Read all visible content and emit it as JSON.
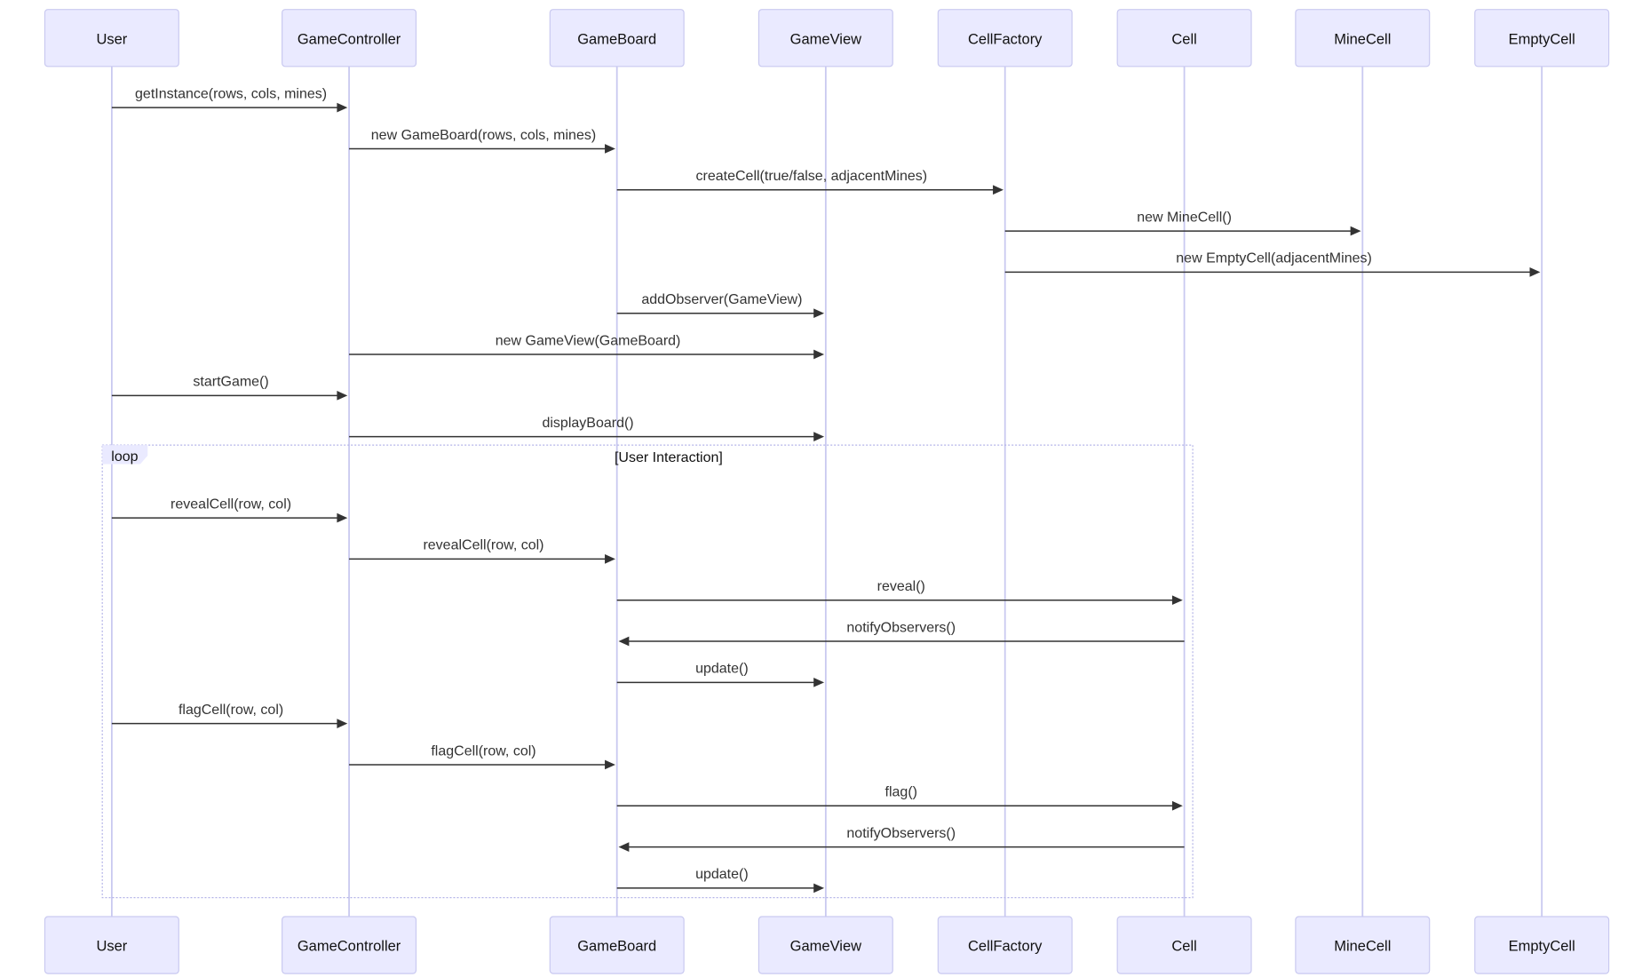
{
  "actors": [
    "User",
    "GameController",
    "GameBoard",
    "GameView",
    "CellFactory",
    "Cell",
    "MineCell",
    "EmptyCell"
  ],
  "messages": [
    {
      "from": "User",
      "to": "GameController",
      "label": "getInstance(rows, cols, mines)"
    },
    {
      "from": "GameController",
      "to": "GameBoard",
      "label": "new GameBoard(rows, cols, mines)"
    },
    {
      "from": "GameBoard",
      "to": "CellFactory",
      "label": "createCell(true/false, adjacentMines)"
    },
    {
      "from": "CellFactory",
      "to": "MineCell",
      "label": "new MineCell()"
    },
    {
      "from": "CellFactory",
      "to": "EmptyCell",
      "label": "new EmptyCell(adjacentMines)"
    },
    {
      "from": "GameBoard",
      "to": "GameView",
      "label": "addObserver(GameView)"
    },
    {
      "from": "GameController",
      "to": "GameView",
      "label": "new GameView(GameBoard)"
    },
    {
      "from": "User",
      "to": "GameController",
      "label": "startGame()"
    },
    {
      "from": "GameController",
      "to": "GameView",
      "label": "displayBoard()"
    },
    {
      "from": "User",
      "to": "GameController",
      "label": "revealCell(row, col)"
    },
    {
      "from": "GameController",
      "to": "GameBoard",
      "label": "revealCell(row, col)"
    },
    {
      "from": "GameBoard",
      "to": "Cell",
      "label": "reveal()"
    },
    {
      "from": "Cell",
      "to": "GameBoard",
      "label": "notifyObservers()"
    },
    {
      "from": "GameBoard",
      "to": "GameView",
      "label": "update()"
    },
    {
      "from": "User",
      "to": "GameController",
      "label": "flagCell(row, col)"
    },
    {
      "from": "GameController",
      "to": "GameBoard",
      "label": "flagCell(row, col)"
    },
    {
      "from": "GameBoard",
      "to": "Cell",
      "label": "flag()"
    },
    {
      "from": "Cell",
      "to": "GameBoard",
      "label": "notifyObservers()"
    },
    {
      "from": "GameBoard",
      "to": "GameView",
      "label": "update()"
    }
  ],
  "loop": {
    "keyword": "loop",
    "condition": "[User Interaction]",
    "first_message": 9,
    "last_message": 18
  },
  "colors": {
    "actor_fill": "#eaeaff",
    "actor_stroke": "#c9c9f0",
    "lifeline": "#c9c9f0",
    "arrow": "#333333",
    "loop_border": "#b4b4e8"
  }
}
